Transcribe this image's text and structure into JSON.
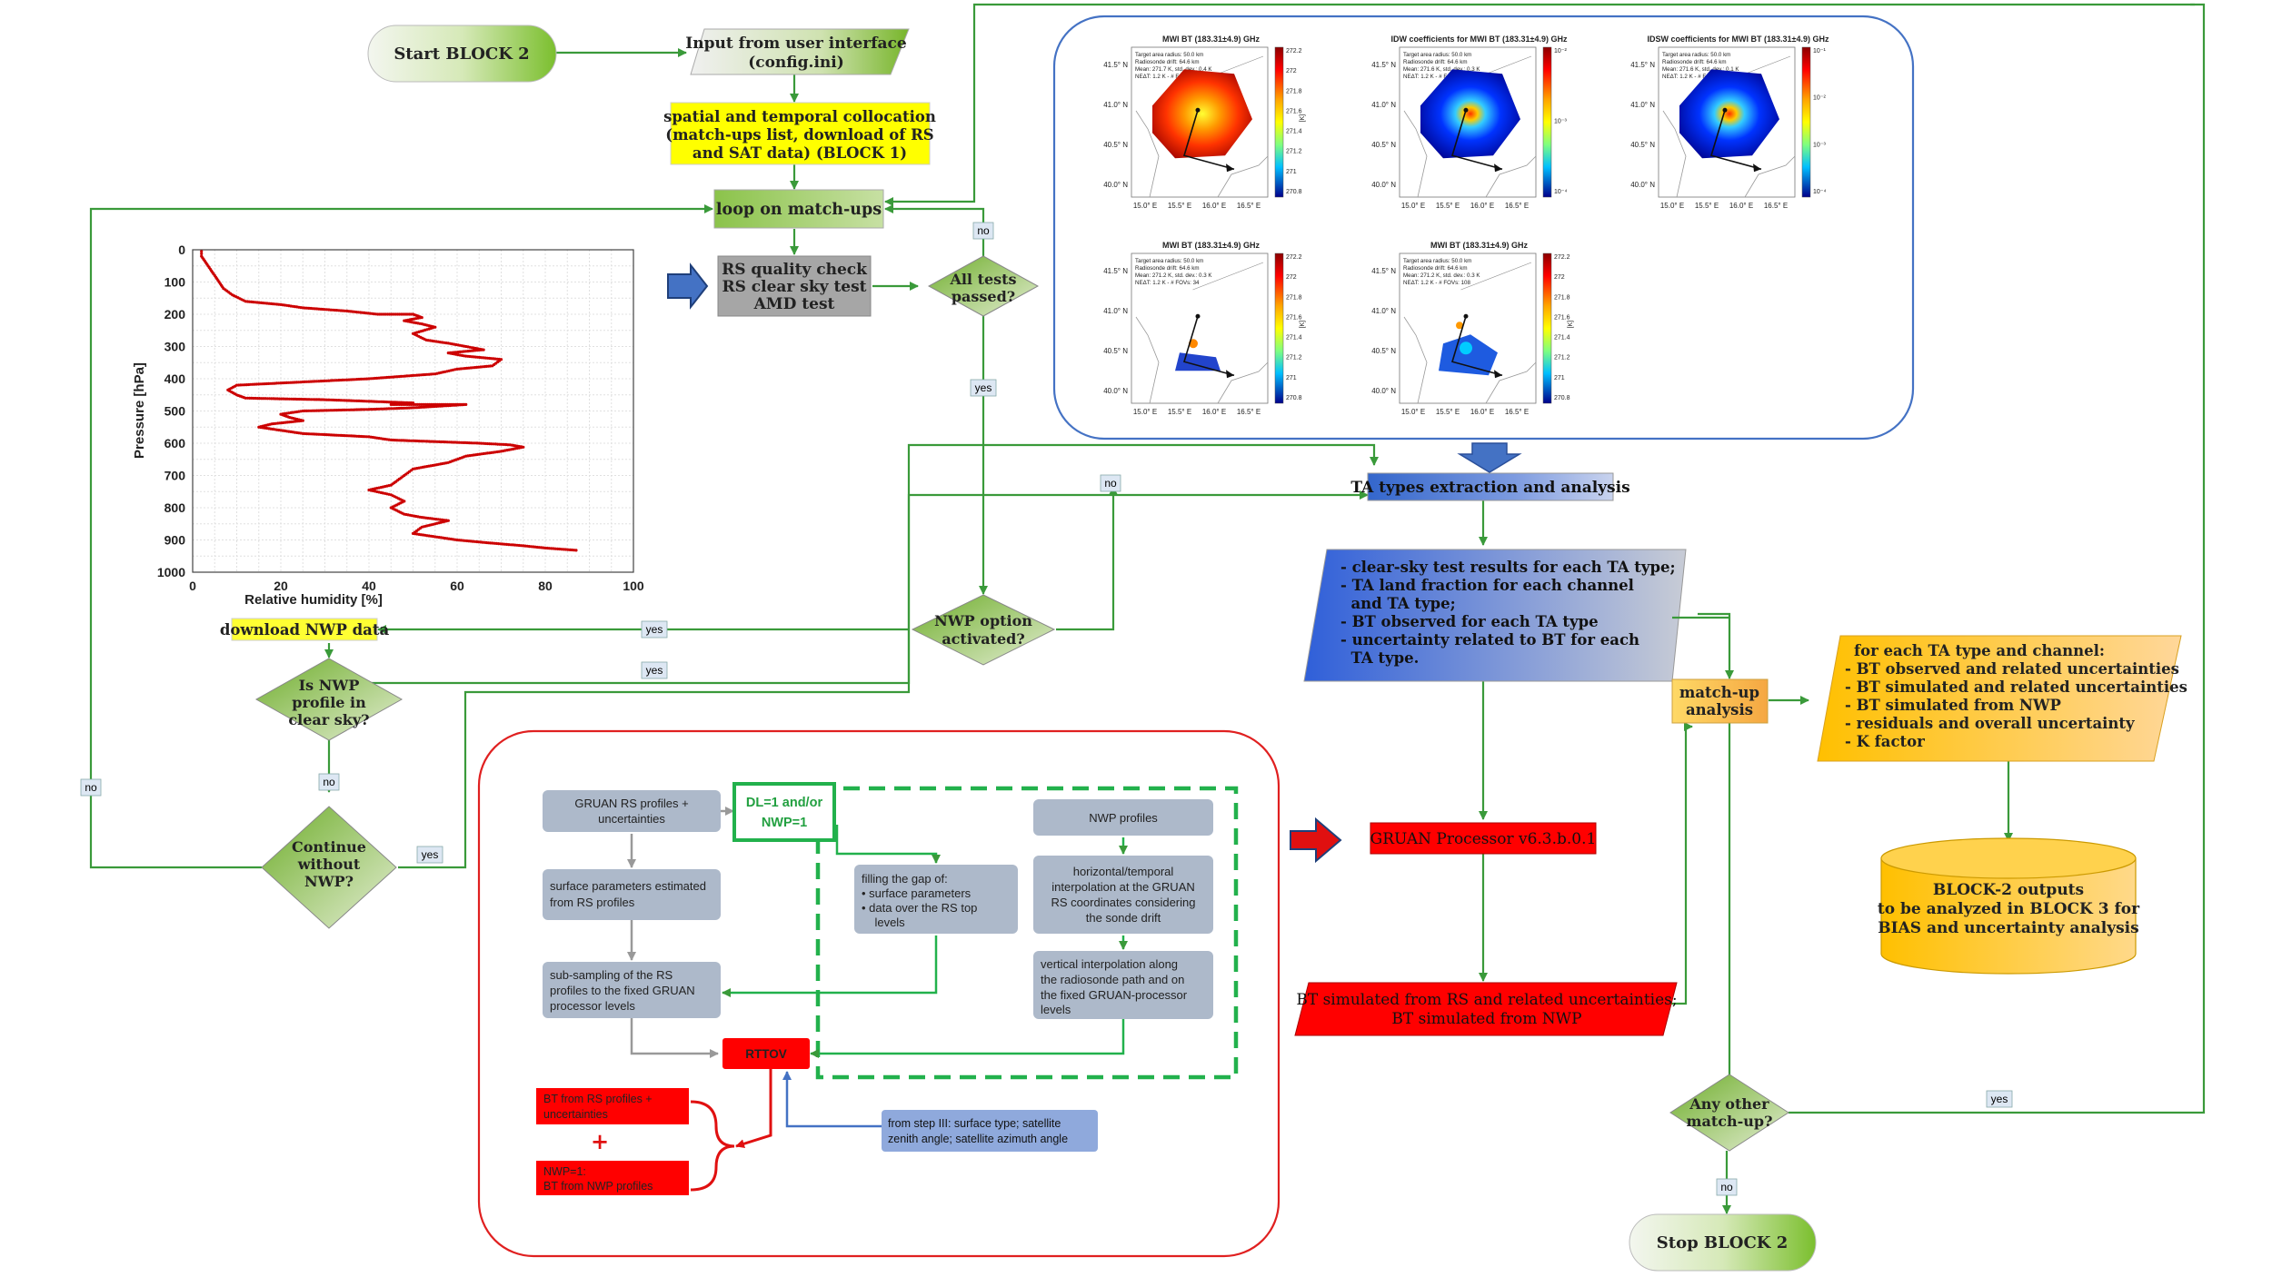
{
  "flow": {
    "start": "Start BLOCK 2",
    "input": [
      "Input from user interface",
      "(config.ini)"
    ],
    "collocation": [
      "spatial and temporal collocation",
      "(match-ups list, download of RS",
      "and SAT data) (BLOCK 1)"
    ],
    "loop": "loop on match-ups",
    "rs_check": [
      "RS quality check",
      "RS clear sky test",
      "AMD test"
    ],
    "all_tests": [
      "All tests",
      "passed?"
    ],
    "nwp_option": [
      "NWP option",
      "activated?"
    ],
    "download_nwp": "download NWP data",
    "nwp_clear": [
      "Is NWP",
      "profile in",
      "clear sky?"
    ],
    "continue_nwp": [
      "Continue",
      "without",
      "NWP?"
    ],
    "ta_extraction": "TA types extraction and analysis",
    "ta_results": [
      "- clear-sky test results for each TA type;",
      "- TA land fraction for each channel",
      "  and TA type;",
      "- BT observed for each TA type",
      "- uncertainty related to BT for each",
      "  TA type."
    ],
    "gruan_processor": "GRUAN Processor v6.3.b.0.1",
    "bt_simulated": [
      "BT simulated from RS and related uncertainties;",
      "BT simulated from NWP"
    ],
    "matchup_analysis": [
      "match-up",
      "analysis"
    ],
    "outputs_list": [
      "for each TA type and channel:",
      "- BT observed and related uncertainties",
      "- BT simulated and related uncertainties",
      "- BT simulated from NWP",
      "- residuals and overall uncertainty",
      "- K factor"
    ],
    "block2_outputs": [
      "BLOCK-2 outputs",
      "to be analyzed in BLOCK 3 for",
      "BIAS and uncertainty analysis"
    ],
    "any_other": [
      "Any other",
      "match-up?"
    ],
    "stop": "Stop BLOCK 2"
  },
  "labels": {
    "yes": "yes",
    "no": "no"
  },
  "detail": {
    "gruan_rs": [
      "GRUAN RS profiles +",
      "uncertainties"
    ],
    "dl_nwp": [
      "DL=1 and/or",
      "NWP=1"
    ],
    "nwp_profiles": "NWP profiles",
    "surface_params": [
      "surface parameters estimated",
      "from RS profiles"
    ],
    "filling_gap": [
      "filling the gap of:",
      "•  surface parameters",
      "•  data over the RS top",
      "    levels"
    ],
    "horizontal_interp": [
      "horizontal/temporal",
      "interpolation at the GRUAN",
      "RS coordinates considering",
      "the sonde drift"
    ],
    "subsampling": [
      "sub-sampling of the RS",
      "profiles to the fixed GRUAN",
      "processor levels"
    ],
    "vertical_interp": [
      "vertical interpolation along",
      "the radiosonde path and on",
      "the fixed GRUAN-processor",
      "levels"
    ],
    "rttov": "RTTOV",
    "bt_rs": [
      "BT from RS profiles +",
      "uncertainties"
    ],
    "plus": "+",
    "bt_nwp": [
      "NWP=1:",
      "BT from NWP profiles"
    ],
    "from_step": [
      "from step III: surface type; satellite",
      "zenith angle; satellite azimuth angle"
    ]
  },
  "maps": {
    "titles": [
      "MWI BT (183.31±4.9) GHz",
      "IDW coefficients for MWI BT (183.31±4.9) GHz",
      "IDSW coefficients for MWI BT (183.31±4.9) GHz",
      "MWI BT (183.31±4.9) GHz",
      "MWI BT (183.31±4.9) GHz"
    ],
    "lat_ticks": [
      "41.5° N",
      "41.0° N",
      "40.5° N",
      "40.0° N"
    ],
    "lon_ticks": [
      "15.0° E",
      "15.5° E",
      "16.0° E",
      "16.5° E"
    ],
    "info_lines": [
      [
        "Target area radius: 50.0 km",
        "Radiosonde drift: 64.6 km",
        "Mean: 271.7 K, std. dev.: 0.4 K",
        "NEΔT: 1.2 K - # FOVs: 534"
      ],
      [
        "Target area radius: 50.0 km",
        "Radiosonde drift: 64.6 km",
        "Mean: 271.6 K, std. dev.: 0.3 K",
        "NEΔT: 1.2 K - # FOVs: 534"
      ],
      [
        "Target area radius: 50.0 km",
        "Radiosonde drift: 64.6 km",
        "Mean: 271.6 K, std. dev.: 0.1 K",
        "NEΔT: 1.2 K - # FOVs: 534"
      ],
      [
        "Target area radius: 50.0 km",
        "Radiosonde drift: 64.6 km",
        "Mean: 271.2 K, std. dev.: 0.3 K",
        "NEΔT: 1.2 K - # FOVs: 34"
      ],
      [
        "Target area radius: 50.0 km",
        "Radiosonde drift: 64.6 km",
        "Mean: 271.2 K, std. dev.: 0.3 K",
        "NEΔT: 1.2 K - # FOVs: 108"
      ]
    ],
    "bt_colorbar_ticks": [
      "272.2",
      "272",
      "271.8",
      "271.6",
      "271.4",
      "271.2",
      "271",
      "270.8"
    ],
    "idw_colorbar_ticks": [
      "10⁻²",
      "10⁻³",
      "10⁻⁴"
    ],
    "idsw_colorbar_ticks": [
      "10⁻¹",
      "10⁻²",
      "10⁻³",
      "10⁻⁴"
    ],
    "unit": "[K]"
  },
  "chart_data": {
    "type": "scatter",
    "xlabel": "Relative humidity [%]",
    "ylabel": "Pressure [hPa]",
    "xlim": [
      0,
      100
    ],
    "ylim": [
      1000,
      0
    ],
    "x_ticks": [
      0,
      20,
      40,
      60,
      80,
      100
    ],
    "y_ticks": [
      0,
      100,
      200,
      300,
      400,
      500,
      600,
      700,
      800,
      900,
      1000
    ],
    "grid": true,
    "color": "#cc0000",
    "profile": [
      [
        2,
        5
      ],
      [
        2,
        20
      ],
      [
        3,
        40
      ],
      [
        4,
        60
      ],
      [
        5,
        80
      ],
      [
        6,
        100
      ],
      [
        7,
        120
      ],
      [
        9,
        140
      ],
      [
        12,
        160
      ],
      [
        20,
        170
      ],
      [
        25,
        180
      ],
      [
        30,
        185
      ],
      [
        35,
        190
      ],
      [
        42,
        200
      ],
      [
        50,
        200
      ],
      [
        52,
        210
      ],
      [
        48,
        220
      ],
      [
        52,
        230
      ],
      [
        55,
        240
      ],
      [
        50,
        260
      ],
      [
        53,
        280
      ],
      [
        58,
        290
      ],
      [
        62,
        300
      ],
      [
        66,
        310
      ],
      [
        58,
        320
      ],
      [
        62,
        330
      ],
      [
        70,
        340
      ],
      [
        68,
        360
      ],
      [
        60,
        370
      ],
      [
        55,
        385
      ],
      [
        40,
        400
      ],
      [
        25,
        410
      ],
      [
        10,
        420
      ],
      [
        8,
        435
      ],
      [
        10,
        450
      ],
      [
        12,
        460
      ],
      [
        30,
        465
      ],
      [
        40,
        470
      ],
      [
        50,
        475
      ],
      [
        45,
        480
      ],
      [
        62,
        480
      ],
      [
        50,
        490
      ],
      [
        40,
        495
      ],
      [
        25,
        500
      ],
      [
        20,
        510
      ],
      [
        22,
        520
      ],
      [
        25,
        530
      ],
      [
        18,
        540
      ],
      [
        15,
        550
      ],
      [
        20,
        560
      ],
      [
        25,
        570
      ],
      [
        40,
        580
      ],
      [
        45,
        590
      ],
      [
        55,
        595
      ],
      [
        65,
        600
      ],
      [
        72,
        605
      ],
      [
        75,
        612
      ],
      [
        70,
        625
      ],
      [
        62,
        640
      ],
      [
        58,
        660
      ],
      [
        50,
        680
      ],
      [
        48,
        700
      ],
      [
        45,
        730
      ],
      [
        40,
        745
      ],
      [
        45,
        760
      ],
      [
        48,
        780
      ],
      [
        45,
        800
      ],
      [
        48,
        820
      ],
      [
        52,
        830
      ],
      [
        58,
        840
      ],
      [
        55,
        850
      ],
      [
        52,
        860
      ],
      [
        50,
        880
      ],
      [
        55,
        890
      ],
      [
        60,
        900
      ],
      [
        68,
        910
      ],
      [
        75,
        918
      ],
      [
        80,
        925
      ],
      [
        87,
        932
      ]
    ]
  }
}
